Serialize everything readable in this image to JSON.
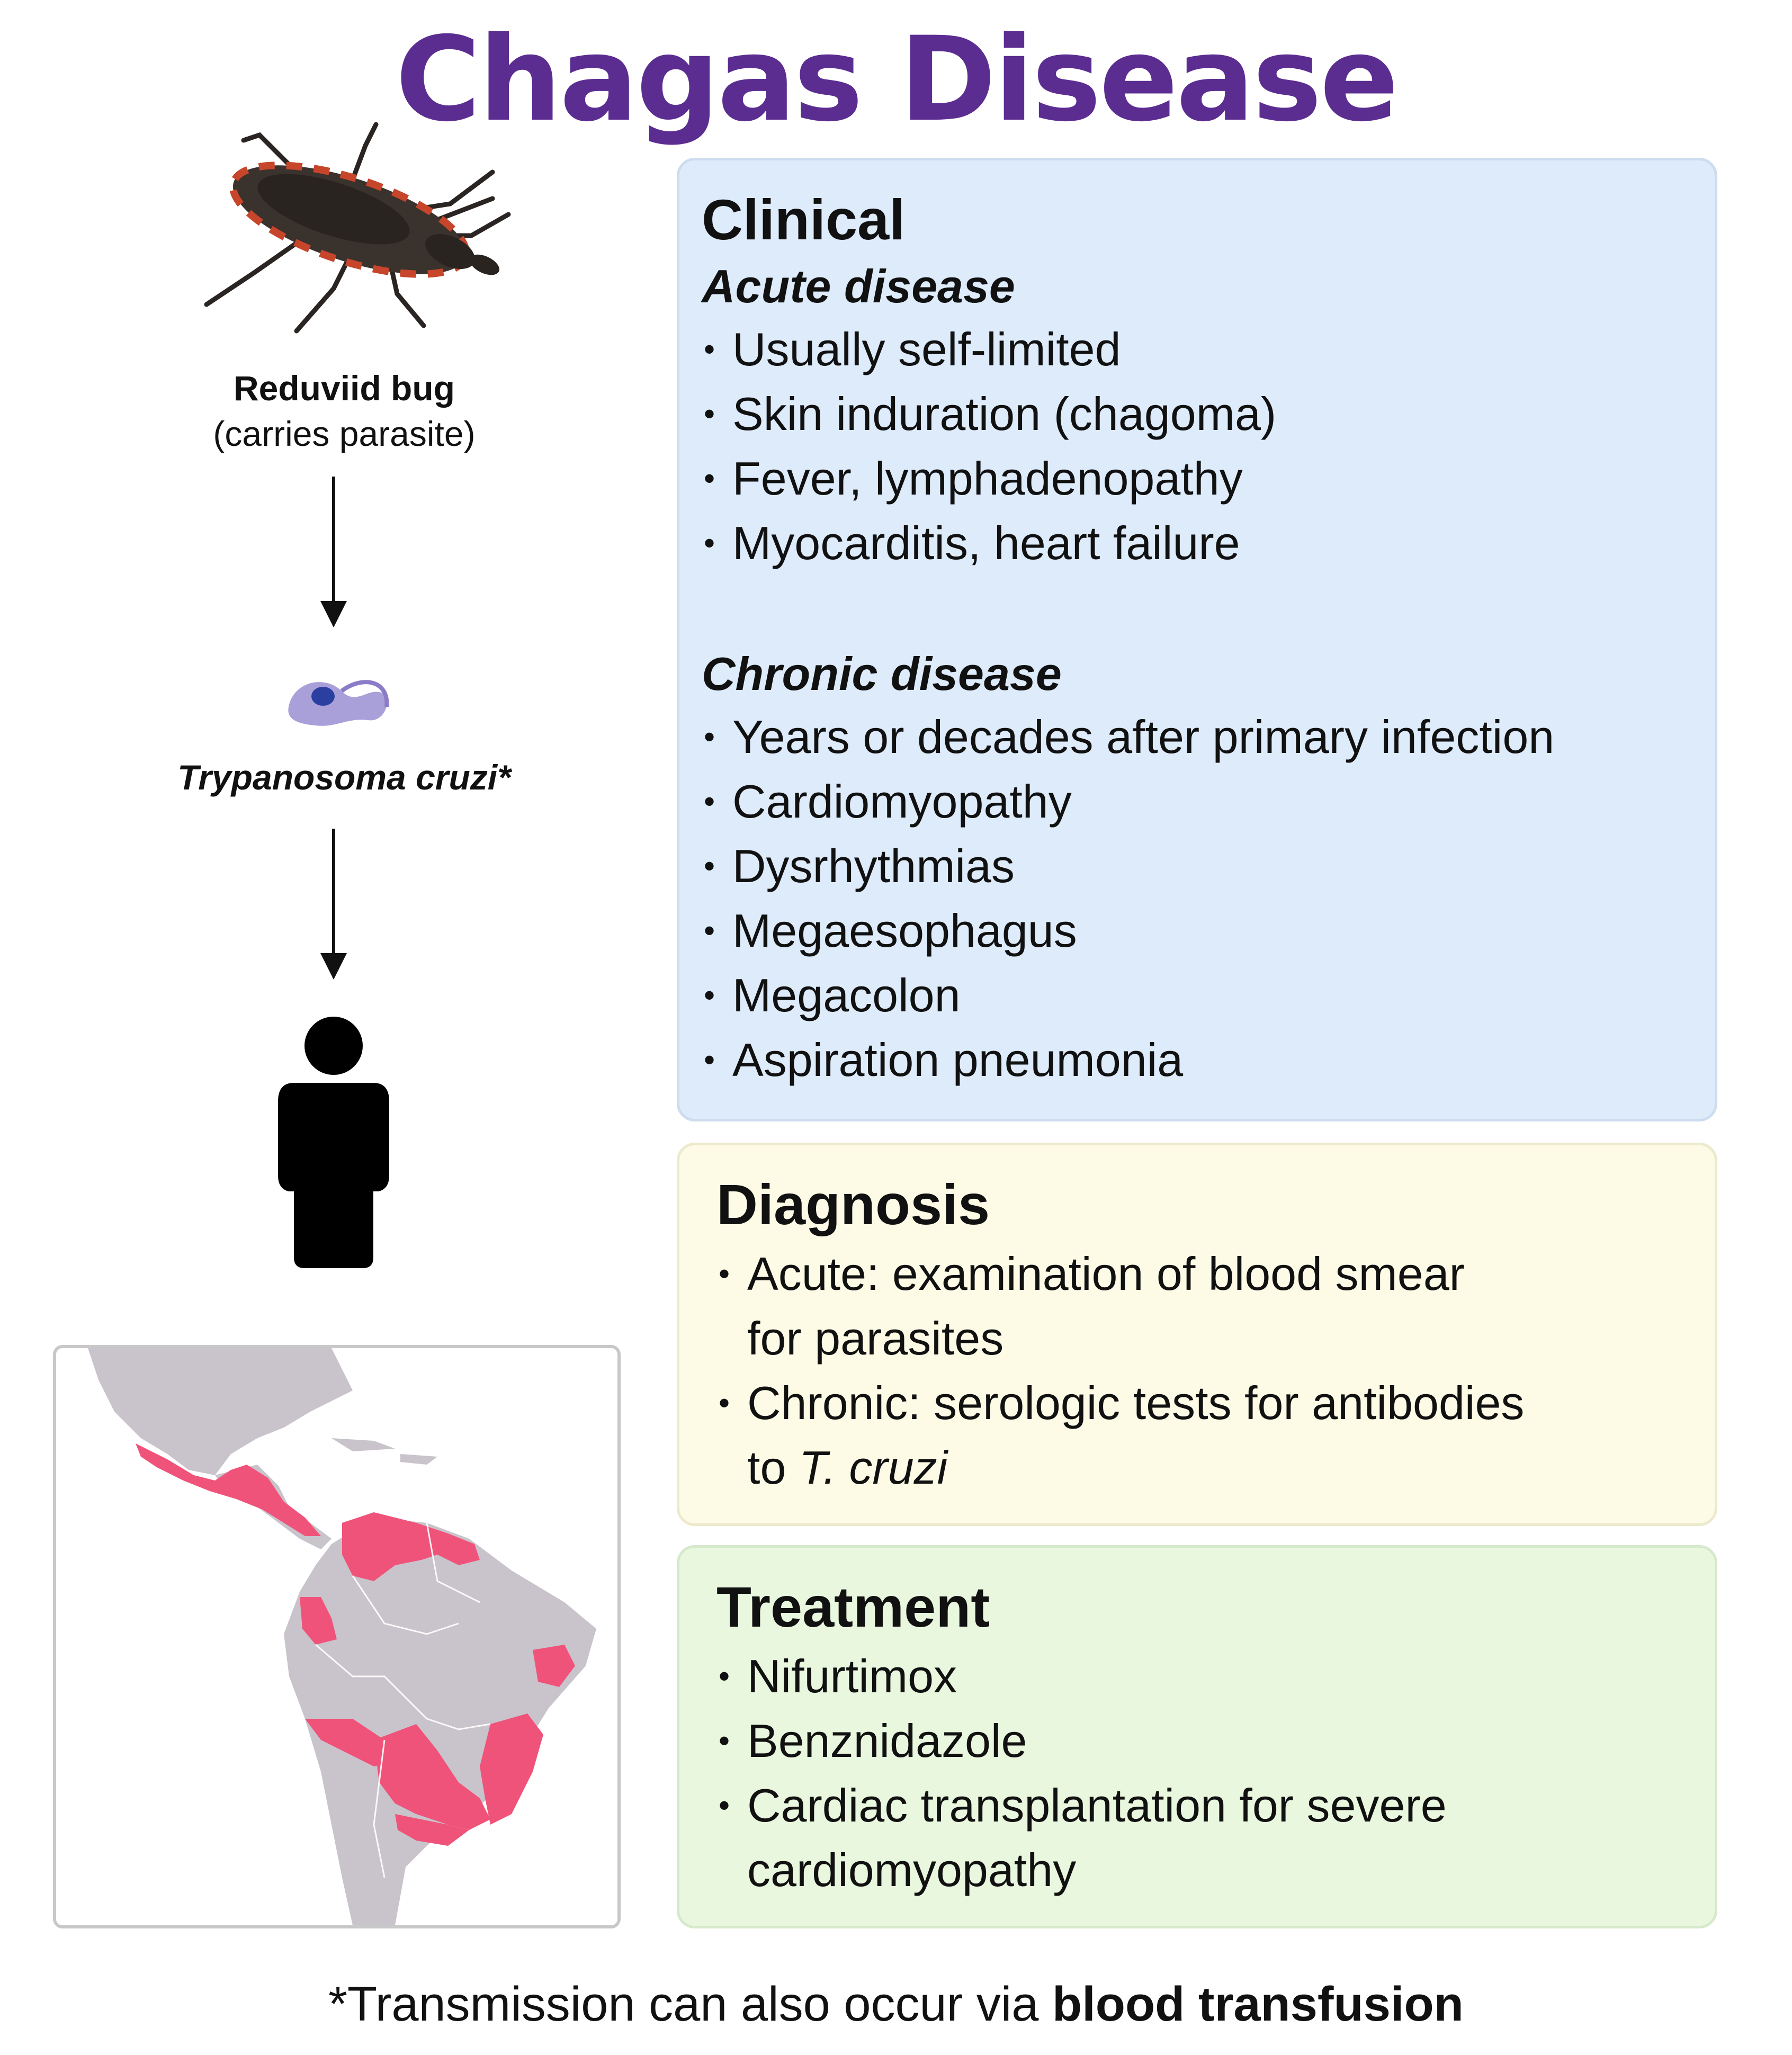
{
  "title": "Chagas Disease",
  "left_column": {
    "bug_label_bold": "Reduviid bug",
    "bug_label_sub": "(carries parasite)",
    "parasite_label": "Trypanosoma cruzi*"
  },
  "clinical": {
    "heading": "Clinical",
    "acute_heading": "Acute disease",
    "acute_items": [
      "Usually self-limited",
      "Skin induration (chagoma)",
      "Fever, lymphadenopathy",
      "Myocarditis, heart failure"
    ],
    "chronic_heading": "Chronic disease",
    "chronic_items": [
      "Years or decades after primary infection",
      "Cardiomyopathy",
      "Dysrhythmias",
      "Megaesophagus",
      "Megacolon",
      "Aspiration pneumonia"
    ]
  },
  "diagnosis": {
    "heading": "Diagnosis",
    "item1_line1": "Acute: examination of blood smear",
    "item1_line2": "for parasites",
    "item2_line1": "Chronic: serologic tests for antibodies",
    "item2_line2_prefix": "to ",
    "item2_line2_italic": "T. cruzi"
  },
  "treatment": {
    "heading": "Treatment",
    "items": [
      "Nifurtimox",
      "Benznidazole"
    ],
    "item3_line1": "Cardiac transplantation for severe",
    "item3_line2": "cardiomyopathy"
  },
  "footnote": {
    "prefix": "*Transmission can also occur via ",
    "bold": "blood transfusion"
  },
  "colors": {
    "title": "#5b2d91",
    "clinical_bg": "#ddebfb",
    "diagnosis_bg": "#fdfbe6",
    "treatment_bg": "#e8f7de",
    "endemic_region": "#f0537a",
    "land": "#c9c3cb"
  }
}
